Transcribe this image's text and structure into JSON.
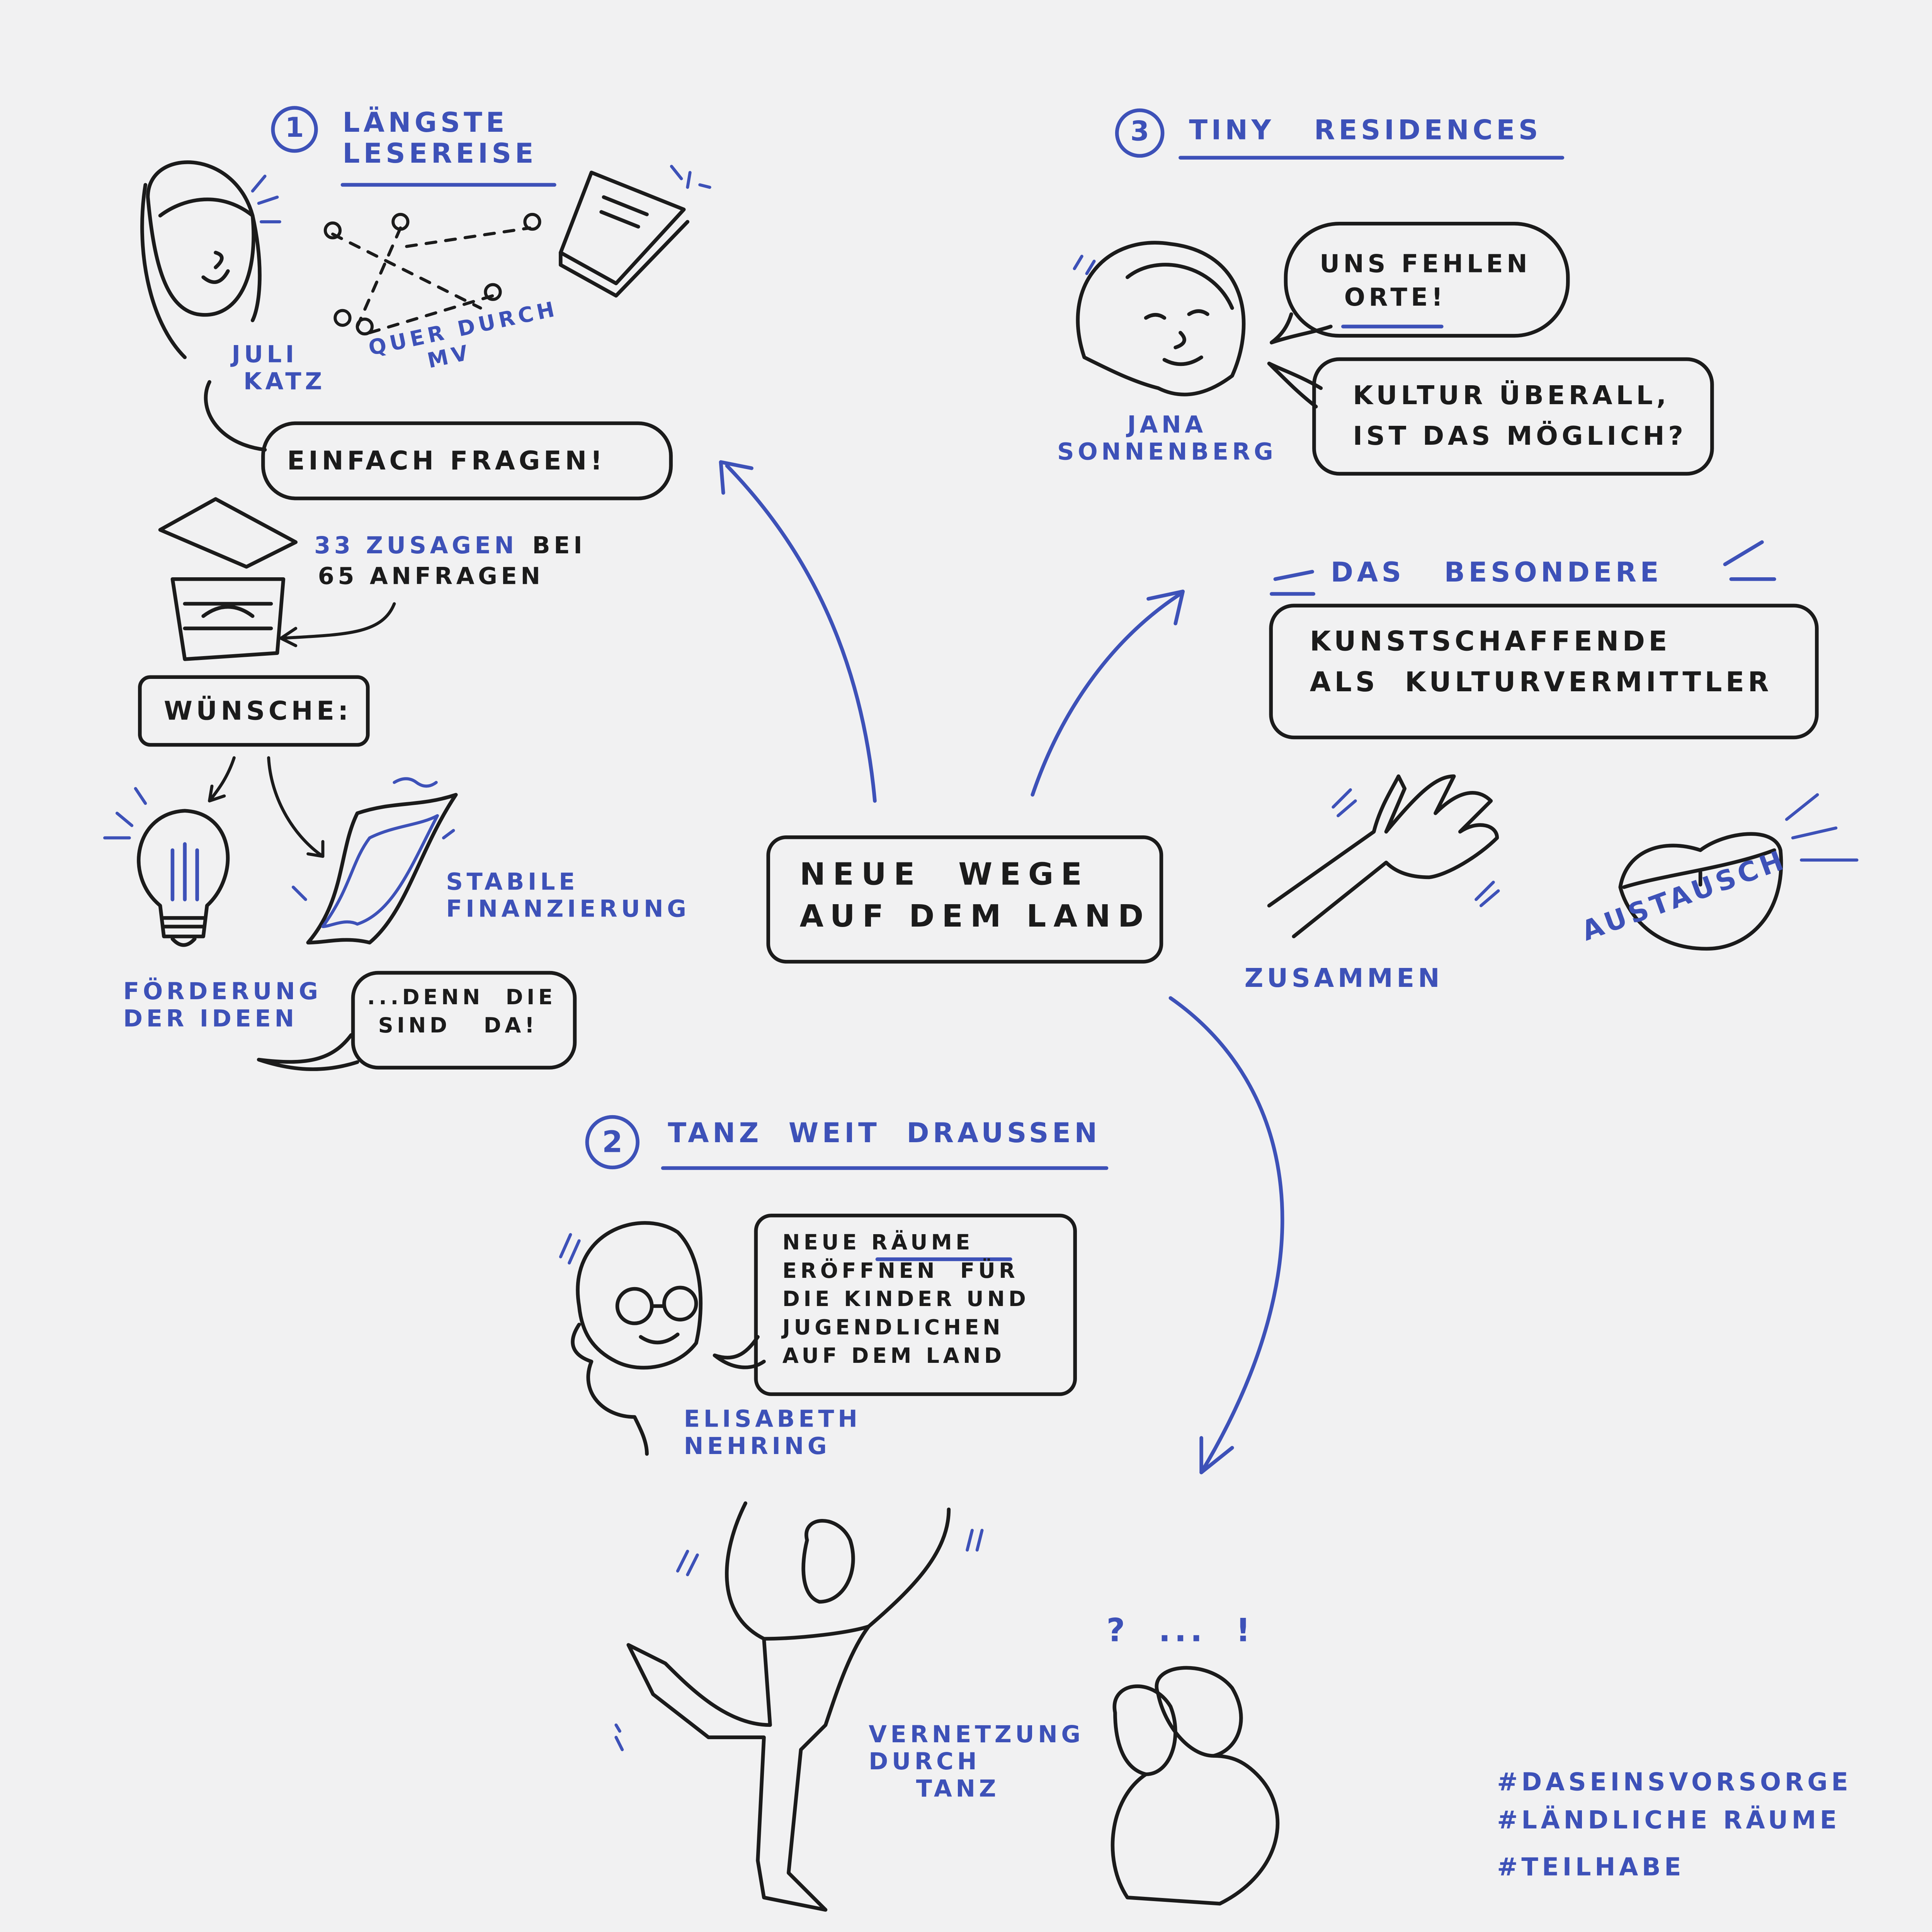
{
  "colors": {
    "accent": "#3d51b8",
    "ink": "#1b1b1b",
    "paper": "#f1f1f2"
  },
  "center": {
    "title": "NEUE  WEGE\nAUF DEM LAND"
  },
  "section1": {
    "number": "1",
    "title": "LÄNGSTE\nLESEREISE",
    "person": "JULI\n KATZ",
    "route": "QUER DURCH\n     MV",
    "quote": "EINFACH FRAGEN!",
    "stat_blue": "33 ZUSAGEN",
    "stat_black_1": "BEI",
    "stat_black_2": "65 ANFRAGEN",
    "wishes": "WÜNSCHE:",
    "wish_1": "FÖRDERUNG\nDER IDEEN",
    "wish_2": "STABILE\nFINANZIERUNG",
    "reply": "...DENN  DIE\n SIND   DA!"
  },
  "section2": {
    "number": "2",
    "title": "TANZ  WEIT  DRAUSSEN",
    "quote": "NEUE RÄUME\nERÖFFNEN  FÜR\nDIE KINDER UND\nJUGENDLICHEN\nAUF DEM LAND",
    "person": "ELISABETH\nNEHRING",
    "caption": "VERNETZUNG\nDURCH\n    TANZ",
    "thought": "?  ...  !"
  },
  "section3": {
    "number": "3",
    "title": "TINY   RESIDENCES",
    "quote_1": "UNS FEHLEN\n  ORTE!",
    "quote_2": "KULTUR ÜBERALL,\nIST DAS MÖGLICH?",
    "person": "JANA\nSONNENBERG",
    "special_title": "DAS   BESONDERE",
    "special_text": "KUNSTSCHAFFENDE\nALS  KULTURVERMITTLER",
    "label_hand": "ZUSAMMEN",
    "label_lips": "AUSTAUSCH"
  },
  "hashtags": [
    "#DASEINSVORSORGE",
    "#LÄNDLICHE RÄUME",
    "#TEILHABE"
  ]
}
